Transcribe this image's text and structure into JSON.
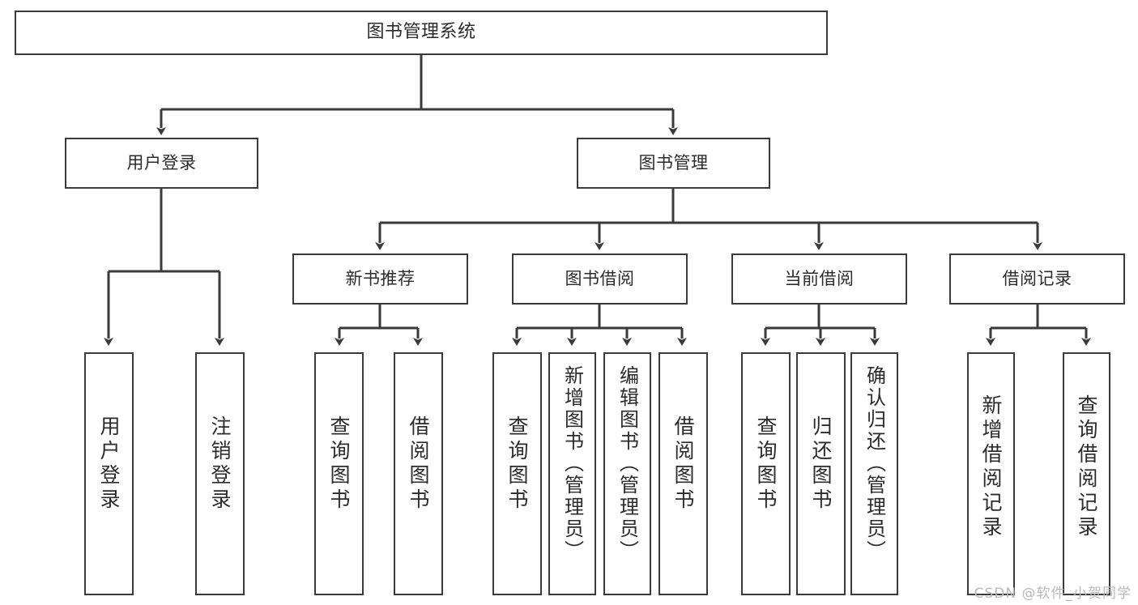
{
  "diagram": {
    "title": "图书管理系统",
    "type": "tree",
    "line_color": "#3a3a3a",
    "background": "#ffffff",
    "text_color": "#2b2b2b"
  },
  "watermark": {
    "text": "CSDN @软件_小贺同学",
    "color": "#b9b9b9"
  },
  "nodes": {
    "root": {
      "label": "图书管理系统"
    },
    "level1": [
      {
        "id": "user-login",
        "label": "用户登录"
      },
      {
        "id": "book-manage",
        "label": "图书管理"
      }
    ],
    "level2": [
      {
        "id": "new-book-recommend",
        "label": "新书推荐"
      },
      {
        "id": "book-borrow",
        "label": "图书借阅"
      },
      {
        "id": "current-borrow",
        "label": "当前借阅"
      },
      {
        "id": "borrow-record",
        "label": "借阅记录"
      }
    ],
    "leaves": {
      "user_login": [
        {
          "id": "leaf-user-login",
          "label": "用户登录"
        },
        {
          "id": "leaf-logout",
          "label": "注销登录"
        }
      ],
      "new_book_recommend": [
        {
          "id": "leaf-query-book-1",
          "label": "查询图书"
        },
        {
          "id": "leaf-borrow-book-1",
          "label": "借阅图书"
        }
      ],
      "book_borrow": [
        {
          "id": "leaf-query-book-2",
          "label": "查询图书"
        },
        {
          "id": "leaf-add-book",
          "label": "新增图书（管理员）"
        },
        {
          "id": "leaf-edit-book",
          "label": "编辑图书（管理员）"
        },
        {
          "id": "leaf-borrow-book-2",
          "label": "借阅图书"
        }
      ],
      "current_borrow": [
        {
          "id": "leaf-query-book-3",
          "label": "查询图书"
        },
        {
          "id": "leaf-return-book",
          "label": "归还图书"
        },
        {
          "id": "leaf-confirm-return",
          "label": "确认归还（管理员）"
        }
      ],
      "borrow_record": [
        {
          "id": "leaf-add-record",
          "label": "新增借阅记录"
        },
        {
          "id": "leaf-query-record",
          "label": "查询借阅记录"
        }
      ]
    }
  }
}
